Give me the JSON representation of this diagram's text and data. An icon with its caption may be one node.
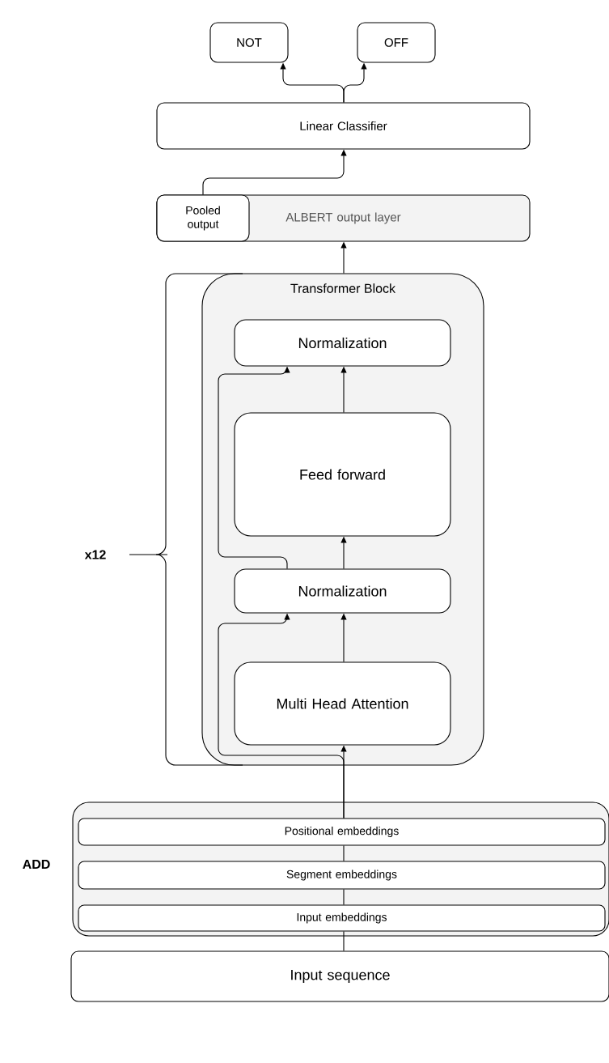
{
  "diagram": {
    "nodes": [
      {
        "text": [
          "NOT"
        ]
      },
      {
        "text": [
          "OFF"
        ]
      },
      {
        "text": [
          "Linear Classifier"
        ]
      },
      {
        "text": [
          "ALBERT output layer"
        ]
      },
      {
        "text": [
          "Pooled output"
        ],
        "in": 3
      },
      {
        "text": [
          "Transformer Block"
        ]
      },
      {
        "text": [
          "Normalization"
        ],
        "in": 5
      },
      {
        "text": [
          "Feed forward"
        ],
        "in": 5
      },
      {
        "text": [
          "Normalization"
        ],
        "in": 5
      },
      {
        "text": [
          "Multi Head Attention"
        ],
        "in": 5
      },
      {
        "text": [
          "ADD"
        ]
      },
      {
        "text": [
          "Positional embeddings"
        ],
        "in": 10
      },
      {
        "text": [
          "Segment embeddings"
        ],
        "in": 10
      },
      {
        "text": [
          "Input embeddings"
        ],
        "in": 10
      },
      {
        "text": [
          "Input sequence"
        ]
      }
    ],
    "edges": [
      {
        "from": 14,
        "to": 13,
        "arrow": "none"
      },
      {
        "from": 13,
        "to": 12,
        "arrow": "none"
      },
      {
        "from": 12,
        "to": 11,
        "arrow": "none"
      },
      {
        "from": 11,
        "to": 9,
        "arrow": "to"
      },
      {
        "from": 11,
        "to": 8,
        "arrow": "to"
      },
      {
        "from": 9,
        "to": 8,
        "arrow": "to"
      },
      {
        "from": 8,
        "to": 7,
        "arrow": "to"
      },
      {
        "from": 8,
        "to": 6,
        "arrow": "to"
      },
      {
        "from": 7,
        "to": 6,
        "arrow": "to"
      },
      {
        "from": 5,
        "to": 3,
        "arrow": "to"
      },
      {
        "from": 4,
        "to": 2,
        "arrow": "to"
      },
      {
        "from": 2,
        "to": 0,
        "arrow": "to"
      },
      {
        "from": 2,
        "to": 1,
        "arrow": "to"
      }
    ],
    "labels": [
      "x12"
    ]
  }
}
